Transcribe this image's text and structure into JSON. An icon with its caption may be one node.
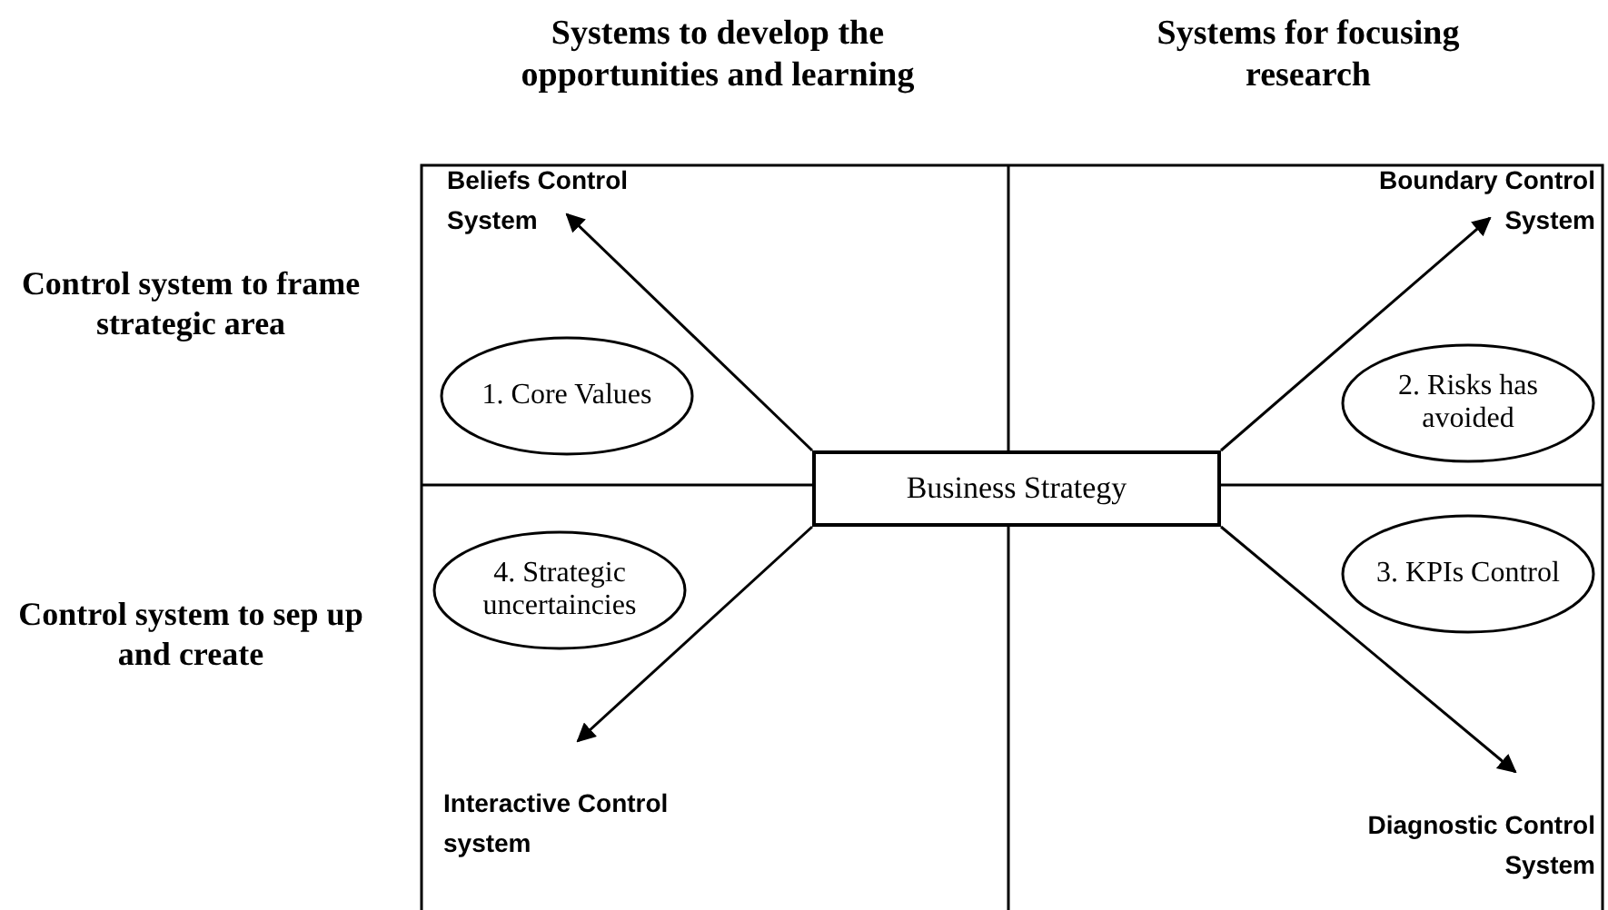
{
  "diagram": {
    "nodes": [
      {
        "text": [
          "Beliefs Control System"
        ]
      },
      {
        "text": [
          "Boundary Control System"
        ]
      },
      {
        "text": [
          "1. Core Values"
        ]
      },
      {
        "text": [
          "2. Risks has avoided"
        ]
      },
      {
        "text": [
          "Business Strategy"
        ]
      },
      {
        "text": [
          "4. Strategic uncertaincies"
        ]
      },
      {
        "text": [
          "3. KPIs Control"
        ]
      },
      {
        "text": [
          "Interactive Control system"
        ]
      },
      {
        "text": [
          "Diagnostic Control System"
        ]
      }
    ],
    "edges": [
      {
        "from": 4,
        "to": 0,
        "arrow": "to"
      },
      {
        "from": 4,
        "to": 1,
        "arrow": "to"
      },
      {
        "from": 4,
        "to": 7,
        "arrow": "to"
      },
      {
        "from": 4,
        "to": 8,
        "arrow": "to"
      }
    ],
    "labels": [
      "Systems to develop the opportunities and learning",
      "Systems for focusing research",
      "Control system to frame strategic area",
      "Control system to sep up and create"
    ]
  }
}
